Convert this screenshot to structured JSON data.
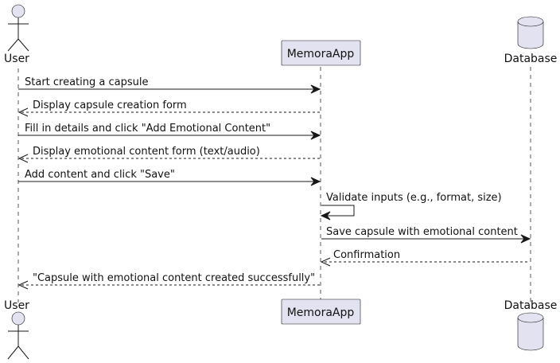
{
  "colors": {
    "participant_fill": "#E2E2F0",
    "line": "#181818",
    "background": "#FFFFFF"
  },
  "participants": [
    {
      "id": "user",
      "name": "User",
      "kind": "actor"
    },
    {
      "id": "app",
      "name": "MemoraApp",
      "kind": "participant"
    },
    {
      "id": "db",
      "name": "Database",
      "kind": "database"
    }
  ],
  "messages": [
    {
      "from": "user",
      "to": "app",
      "text": "Start creating a capsule",
      "style": "solid"
    },
    {
      "from": "app",
      "to": "user",
      "text": "Display capsule creation form",
      "style": "dashed"
    },
    {
      "from": "user",
      "to": "app",
      "text": "Fill in details and click \"Add Emotional Content\"",
      "style": "solid"
    },
    {
      "from": "app",
      "to": "user",
      "text": "Display emotional content form (text/audio)",
      "style": "dashed"
    },
    {
      "from": "user",
      "to": "app",
      "text": "Add content and click \"Save\"",
      "style": "solid"
    },
    {
      "from": "app",
      "to": "app",
      "text": "Validate inputs (e.g., format, size)",
      "style": "solid"
    },
    {
      "from": "app",
      "to": "db",
      "text": "Save capsule with emotional content",
      "style": "solid"
    },
    {
      "from": "db",
      "to": "app",
      "text": "Confirmation",
      "style": "dashed"
    },
    {
      "from": "app",
      "to": "user",
      "text": "\"Capsule with emotional content created successfully\"",
      "style": "dashed"
    }
  ]
}
